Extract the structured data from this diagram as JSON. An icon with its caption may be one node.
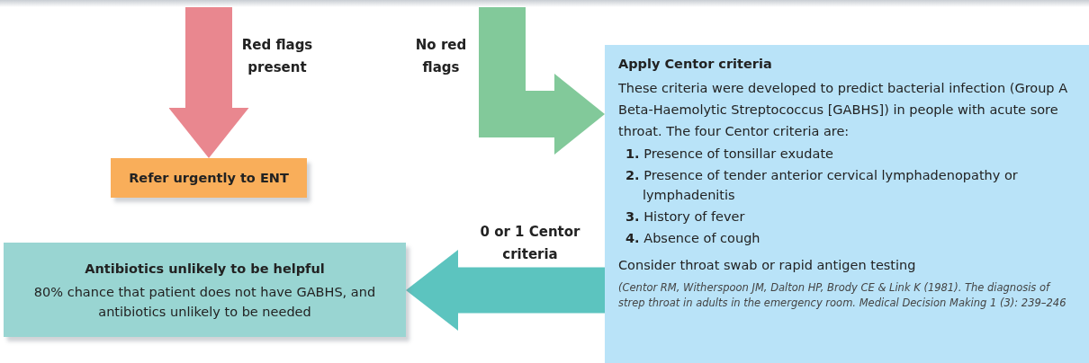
{
  "diagram": {
    "nodes": [
      {
        "text": [
          "Refer urgently to ENT"
        ]
      },
      {
        "text": [
          "Apply Centor criteria",
          "These criteria were developed to predict bacterial infection (Group A Beta-Haemolytic Streptococcus [GABHS]) in people with acute sore throat. The four Centor criteria are:",
          "**1.** Presence of tonsillar exudate",
          "**2.** Presence of tender anterior cervical lymphadenopathy or lymphadenitis",
          "**3.** History of fever",
          "**4.** Absence of cough",
          "Consider throat swab or rapid antigen testing",
          "(Centor RM, Witherspoon JM, Dalton HP, Brody CE & Link K (1981). The diagnosis of strep throat in adults in the emergency room. Medical Decision Making 1 (3): 239–246"
        ]
      },
      {
        "text": [
          "Antibiotics unlikely to be helpful",
          "80% chance that patient does not have GABHS, and antibiotics unlikely to be needed"
        ]
      }
    ],
    "edges": [
      {
        "from": null,
        "to": 0,
        "arrow": "to",
        "label": "Red flags present",
        "color": "#e9878f"
      },
      {
        "from": null,
        "to": 1,
        "arrow": "to",
        "label": "No red flags",
        "color": "#82c99a"
      },
      {
        "from": 1,
        "to": 2,
        "arrow": "to",
        "label": "0 or 1 Centor criteria",
        "color": "#5cc4bf"
      }
    ]
  }
}
